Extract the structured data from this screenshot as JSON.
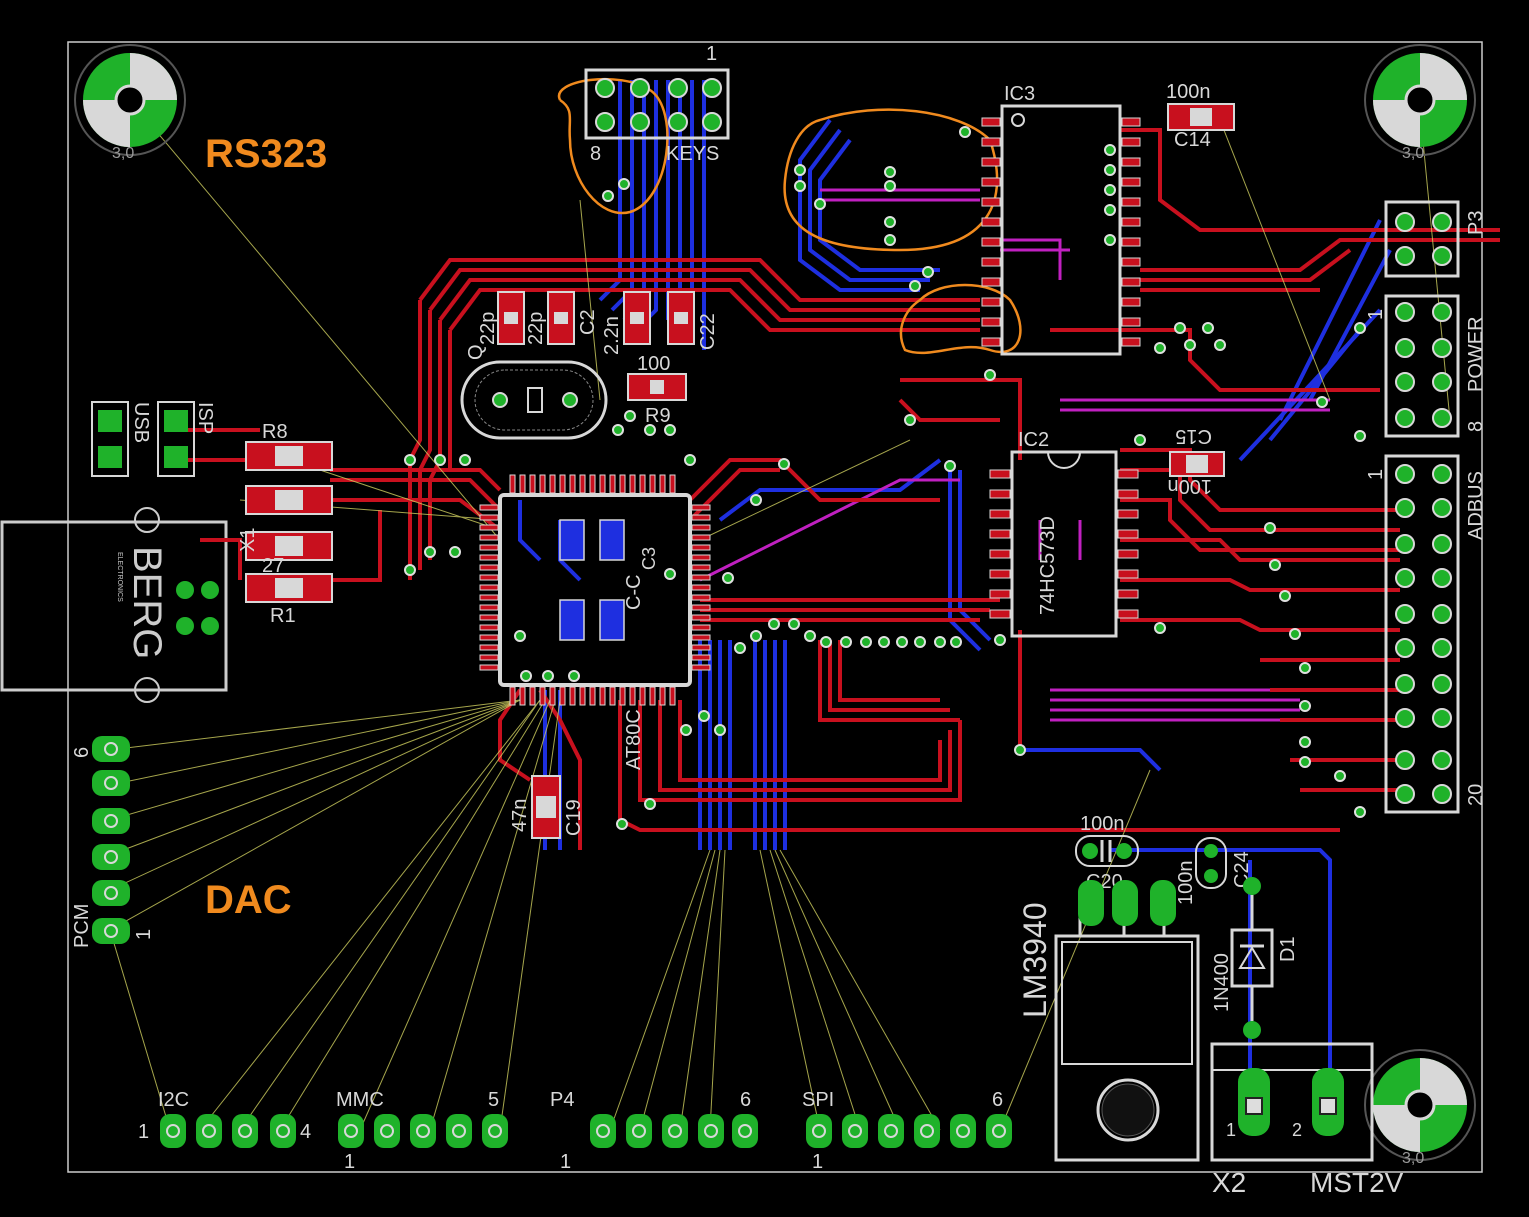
{
  "colors": {
    "background": "#000000",
    "top_copper": "#c8101e",
    "bottom_copper": "#1e2fe0",
    "inner_copper": "#c020c0",
    "pad": "#1fb22a",
    "silkscreen": "#d8d8d8",
    "annotation": "#f08a1e",
    "airwire": "#d0d060",
    "board_outline": "#cccccc"
  },
  "annotations": {
    "rs323": "RS323",
    "dac": "DAC"
  },
  "components": {
    "ic1": {
      "value": "AT80C",
      "label": "C-C",
      "label_b": "C3"
    },
    "ic2": {
      "name": "IC2",
      "value": "74HC573D"
    },
    "ic3": {
      "name": "IC3"
    },
    "c14": {
      "name": "C14",
      "value": "100n"
    },
    "c15": {
      "name": "C15",
      "value": "100n"
    },
    "c20": {
      "name": "C20",
      "value": "100n"
    },
    "c24": {
      "name": "C24",
      "value": "100n"
    },
    "c19": {
      "name": "C19",
      "value": "47n"
    },
    "c21": {
      "name": "C2",
      "value": "22p"
    },
    "c22": {
      "name": "C22",
      "value": "2.2n"
    },
    "c_q": {
      "name": "Q",
      "value": "22p"
    },
    "r9": {
      "name": "R9",
      "value": "100"
    },
    "r8": {
      "name": "R8"
    },
    "r1": {
      "name": "R1",
      "value": "27"
    },
    "x1": {
      "name": "X1"
    },
    "lm3940": {
      "name": "LM3940"
    },
    "d1": {
      "name": "D1",
      "value": "1N400"
    },
    "x2": {
      "name": "X2",
      "value": "MST2V"
    },
    "berg": {
      "name": "BERG",
      "sub": "ELECTRONICS"
    }
  },
  "connectors": {
    "keys": {
      "name": "KEYS",
      "pin_first": "1",
      "pin_last": "8"
    },
    "p3": {
      "name": "P3"
    },
    "power": {
      "name": "POWER",
      "pin_first": "1",
      "pin_last": "8"
    },
    "adbus": {
      "name": "ADBUS",
      "pin_first": "1",
      "pin_last": "20"
    },
    "usb": {
      "name": "USB"
    },
    "isp": {
      "name": "ISP"
    },
    "pcm": {
      "name": "PCM",
      "pin_first": "1",
      "pin_last": "6"
    },
    "i2c": {
      "name": "I2C",
      "pin_first": "1",
      "pin_last": "4"
    },
    "mmc": {
      "name": "MMC",
      "pin_first": "1",
      "pin_last": "5"
    },
    "p4": {
      "name": "P4",
      "pin_first": "1",
      "pin_last": "6"
    },
    "spi": {
      "name": "SPI",
      "pin_first": "1",
      "pin_last": "6"
    },
    "x2pins": {
      "pin_1": "1",
      "pin_2": "2"
    }
  },
  "mounting_hole_label": "3,0"
}
